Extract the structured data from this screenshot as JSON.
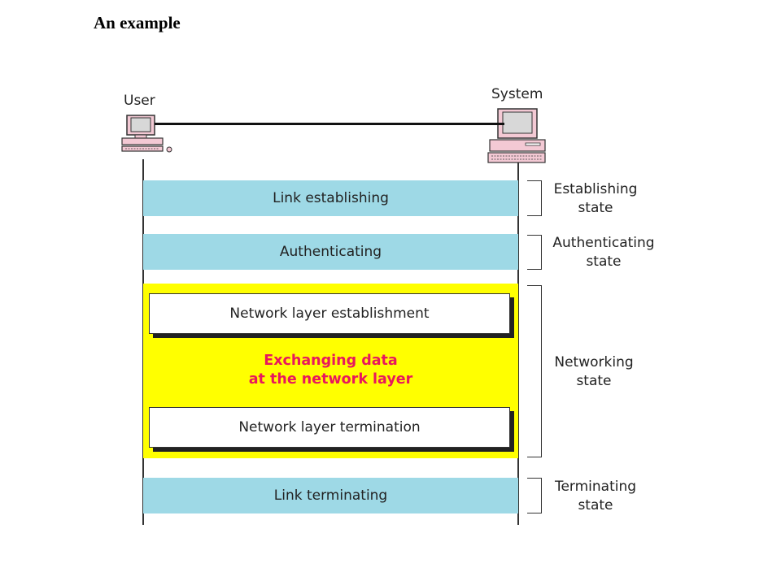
{
  "title": "An example",
  "nodes": {
    "user": "User",
    "system": "System"
  },
  "phases": {
    "link_establishing": "Link establishing",
    "authenticating": "Authenticating",
    "network_layer_establishment": "Network layer establishment",
    "exchanging_line1": "Exchanging data",
    "exchanging_line2": "at the network layer",
    "network_layer_termination": "Network layer termination",
    "link_terminating": "Link terminating"
  },
  "states": {
    "establishing_1": "Establishing",
    "establishing_2": "state",
    "authenticating_1": "Authenticating",
    "authenticating_2": "state",
    "networking_1": "Networking",
    "networking_2": "state",
    "terminating_1": "Terminating",
    "terminating_2": "state"
  },
  "colors": {
    "band": "#9ed9e6",
    "networking_region": "#ffff00",
    "exchange_text": "#e8175d"
  },
  "icons": {
    "user": "computer-icon",
    "system": "computer-icon"
  }
}
